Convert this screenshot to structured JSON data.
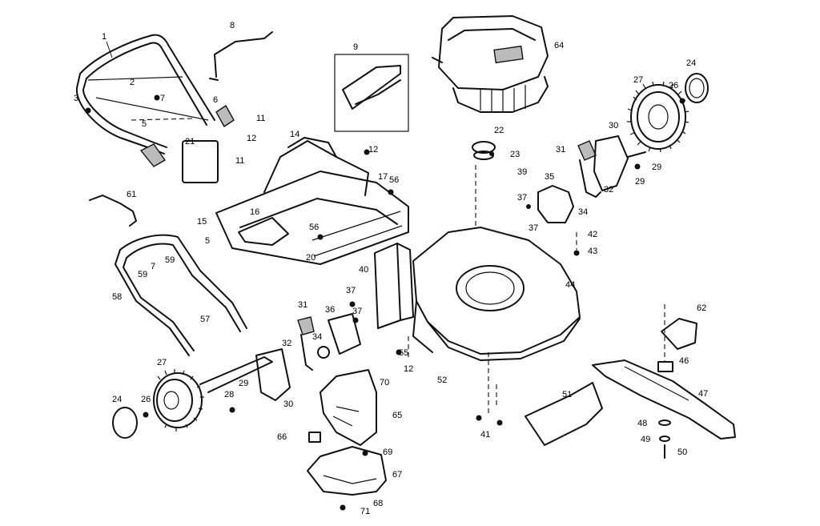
{
  "callouts": [
    {
      "id": "1",
      "text": "1"
    },
    {
      "id": "2",
      "text": "2"
    },
    {
      "id": "3",
      "text": "3"
    },
    {
      "id": "5a",
      "text": "5"
    },
    {
      "id": "6",
      "text": "6"
    },
    {
      "id": "7a",
      "text": "7"
    },
    {
      "id": "8",
      "text": "8"
    },
    {
      "id": "9",
      "text": "9"
    },
    {
      "id": "11a",
      "text": "11"
    },
    {
      "id": "11b",
      "text": "11"
    },
    {
      "id": "12a",
      "text": "12"
    },
    {
      "id": "12b",
      "text": "12"
    },
    {
      "id": "14",
      "text": "14"
    },
    {
      "id": "15",
      "text": "15"
    },
    {
      "id": "16",
      "text": "16"
    },
    {
      "id": "17",
      "text": "17"
    },
    {
      "id": "20",
      "text": "20"
    },
    {
      "id": "21",
      "text": "21"
    },
    {
      "id": "22",
      "text": "22"
    },
    {
      "id": "23",
      "text": "23"
    },
    {
      "id": "24a",
      "text": "24"
    },
    {
      "id": "26a",
      "text": "26"
    },
    {
      "id": "27a",
      "text": "27"
    },
    {
      "id": "29a",
      "text": "29"
    },
    {
      "id": "29b",
      "text": "29"
    },
    {
      "id": "30a",
      "text": "30"
    },
    {
      "id": "31a",
      "text": "31"
    },
    {
      "id": "32a",
      "text": "32"
    },
    {
      "id": "34a",
      "text": "34"
    },
    {
      "id": "35",
      "text": "35"
    },
    {
      "id": "37a",
      "text": "37"
    },
    {
      "id": "37b",
      "text": "37"
    },
    {
      "id": "39",
      "text": "39"
    },
    {
      "id": "42",
      "text": "42"
    },
    {
      "id": "43",
      "text": "43"
    },
    {
      "id": "44",
      "text": "44"
    },
    {
      "id": "56a",
      "text": "56"
    },
    {
      "id": "56b",
      "text": "56"
    },
    {
      "id": "61",
      "text": "61"
    },
    {
      "id": "64",
      "text": "64"
    },
    {
      "id": "5b",
      "text": "5"
    },
    {
      "id": "7b",
      "text": "7"
    },
    {
      "id": "59a",
      "text": "59"
    },
    {
      "id": "59b",
      "text": "59"
    },
    {
      "id": "58",
      "text": "58"
    },
    {
      "id": "57",
      "text": "57"
    },
    {
      "id": "40",
      "text": "40"
    },
    {
      "id": "37c",
      "text": "37"
    },
    {
      "id": "37d",
      "text": "37"
    },
    {
      "id": "36",
      "text": "36"
    },
    {
      "id": "31b",
      "text": "31"
    },
    {
      "id": "32b",
      "text": "32"
    },
    {
      "id": "34b",
      "text": "34"
    },
    {
      "id": "55",
      "text": "55"
    },
    {
      "id": "12c",
      "text": "12"
    },
    {
      "id": "27b",
      "text": "27"
    },
    {
      "id": "28",
      "text": "28"
    },
    {
      "id": "29c",
      "text": "29"
    },
    {
      "id": "30b",
      "text": "30"
    },
    {
      "id": "24b",
      "text": "24"
    },
    {
      "id": "26b",
      "text": "26"
    },
    {
      "id": "70",
      "text": "70"
    },
    {
      "id": "65",
      "text": "65"
    },
    {
      "id": "66",
      "text": "66"
    },
    {
      "id": "69",
      "text": "69"
    },
    {
      "id": "67",
      "text": "67"
    },
    {
      "id": "68",
      "text": "68"
    },
    {
      "id": "71",
      "text": "71"
    },
    {
      "id": "52",
      "text": "52"
    },
    {
      "id": "62",
      "text": "62"
    },
    {
      "id": "46",
      "text": "46"
    },
    {
      "id": "47",
      "text": "47"
    },
    {
      "id": "51",
      "text": "51"
    },
    {
      "id": "41",
      "text": "41"
    },
    {
      "id": "48",
      "text": "48"
    },
    {
      "id": "49",
      "text": "49"
    },
    {
      "id": "50",
      "text": "50"
    }
  ]
}
